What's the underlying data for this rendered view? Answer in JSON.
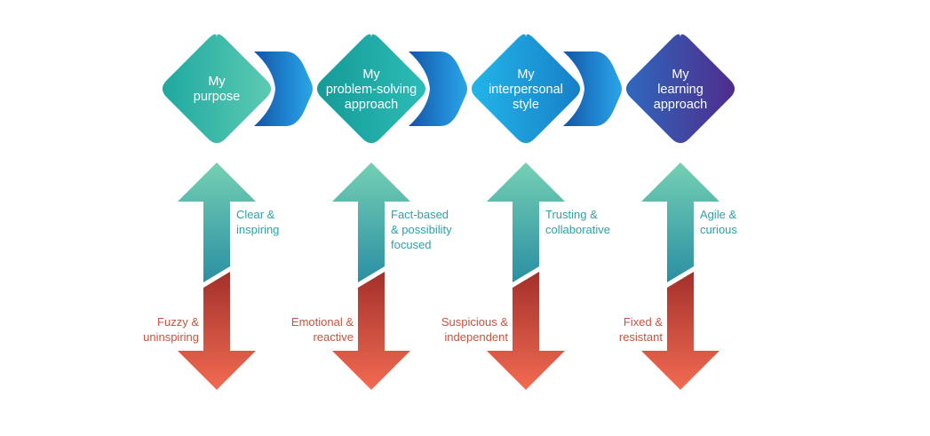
{
  "colors": {
    "diamond_1": [
      "#25b3a3",
      "#4ec7b1"
    ],
    "diamond_2": [
      "#1aa19c",
      "#2abcb8"
    ],
    "diamond_3": [
      "#1b9ad6",
      "#2bc0ea"
    ],
    "diamond_4": [
      "#2f5db5",
      "#4d2f8f"
    ],
    "chevron": [
      "#1a5fb0",
      "#2a9ae0"
    ],
    "arrow_up": [
      "#2a8fa1",
      "#6ed0b4"
    ],
    "arrow_down": [
      "#a8322b",
      "#ef6a52"
    ]
  },
  "steps": [
    {
      "title": [
        "My",
        "purpose"
      ],
      "up_label": [
        "Clear &",
        "inspiring"
      ],
      "down_label": [
        "Fuzzy &",
        "uninspiring"
      ]
    },
    {
      "title": [
        "My",
        "problem-solving",
        "approach"
      ],
      "up_label": [
        "Fact-based",
        "& possibility",
        "focused"
      ],
      "down_label": [
        "Emotional &",
        "reactive"
      ]
    },
    {
      "title": [
        "My",
        "interpersonal",
        "style"
      ],
      "up_label": [
        "Trusting &",
        "collaborative"
      ],
      "down_label": [
        "Suspicious &",
        "independent"
      ]
    },
    {
      "title": [
        "My",
        "learning",
        "approach"
      ],
      "up_label": [
        "Agile &",
        "curious"
      ],
      "down_label": [
        "Fixed &",
        "resistant"
      ]
    }
  ]
}
